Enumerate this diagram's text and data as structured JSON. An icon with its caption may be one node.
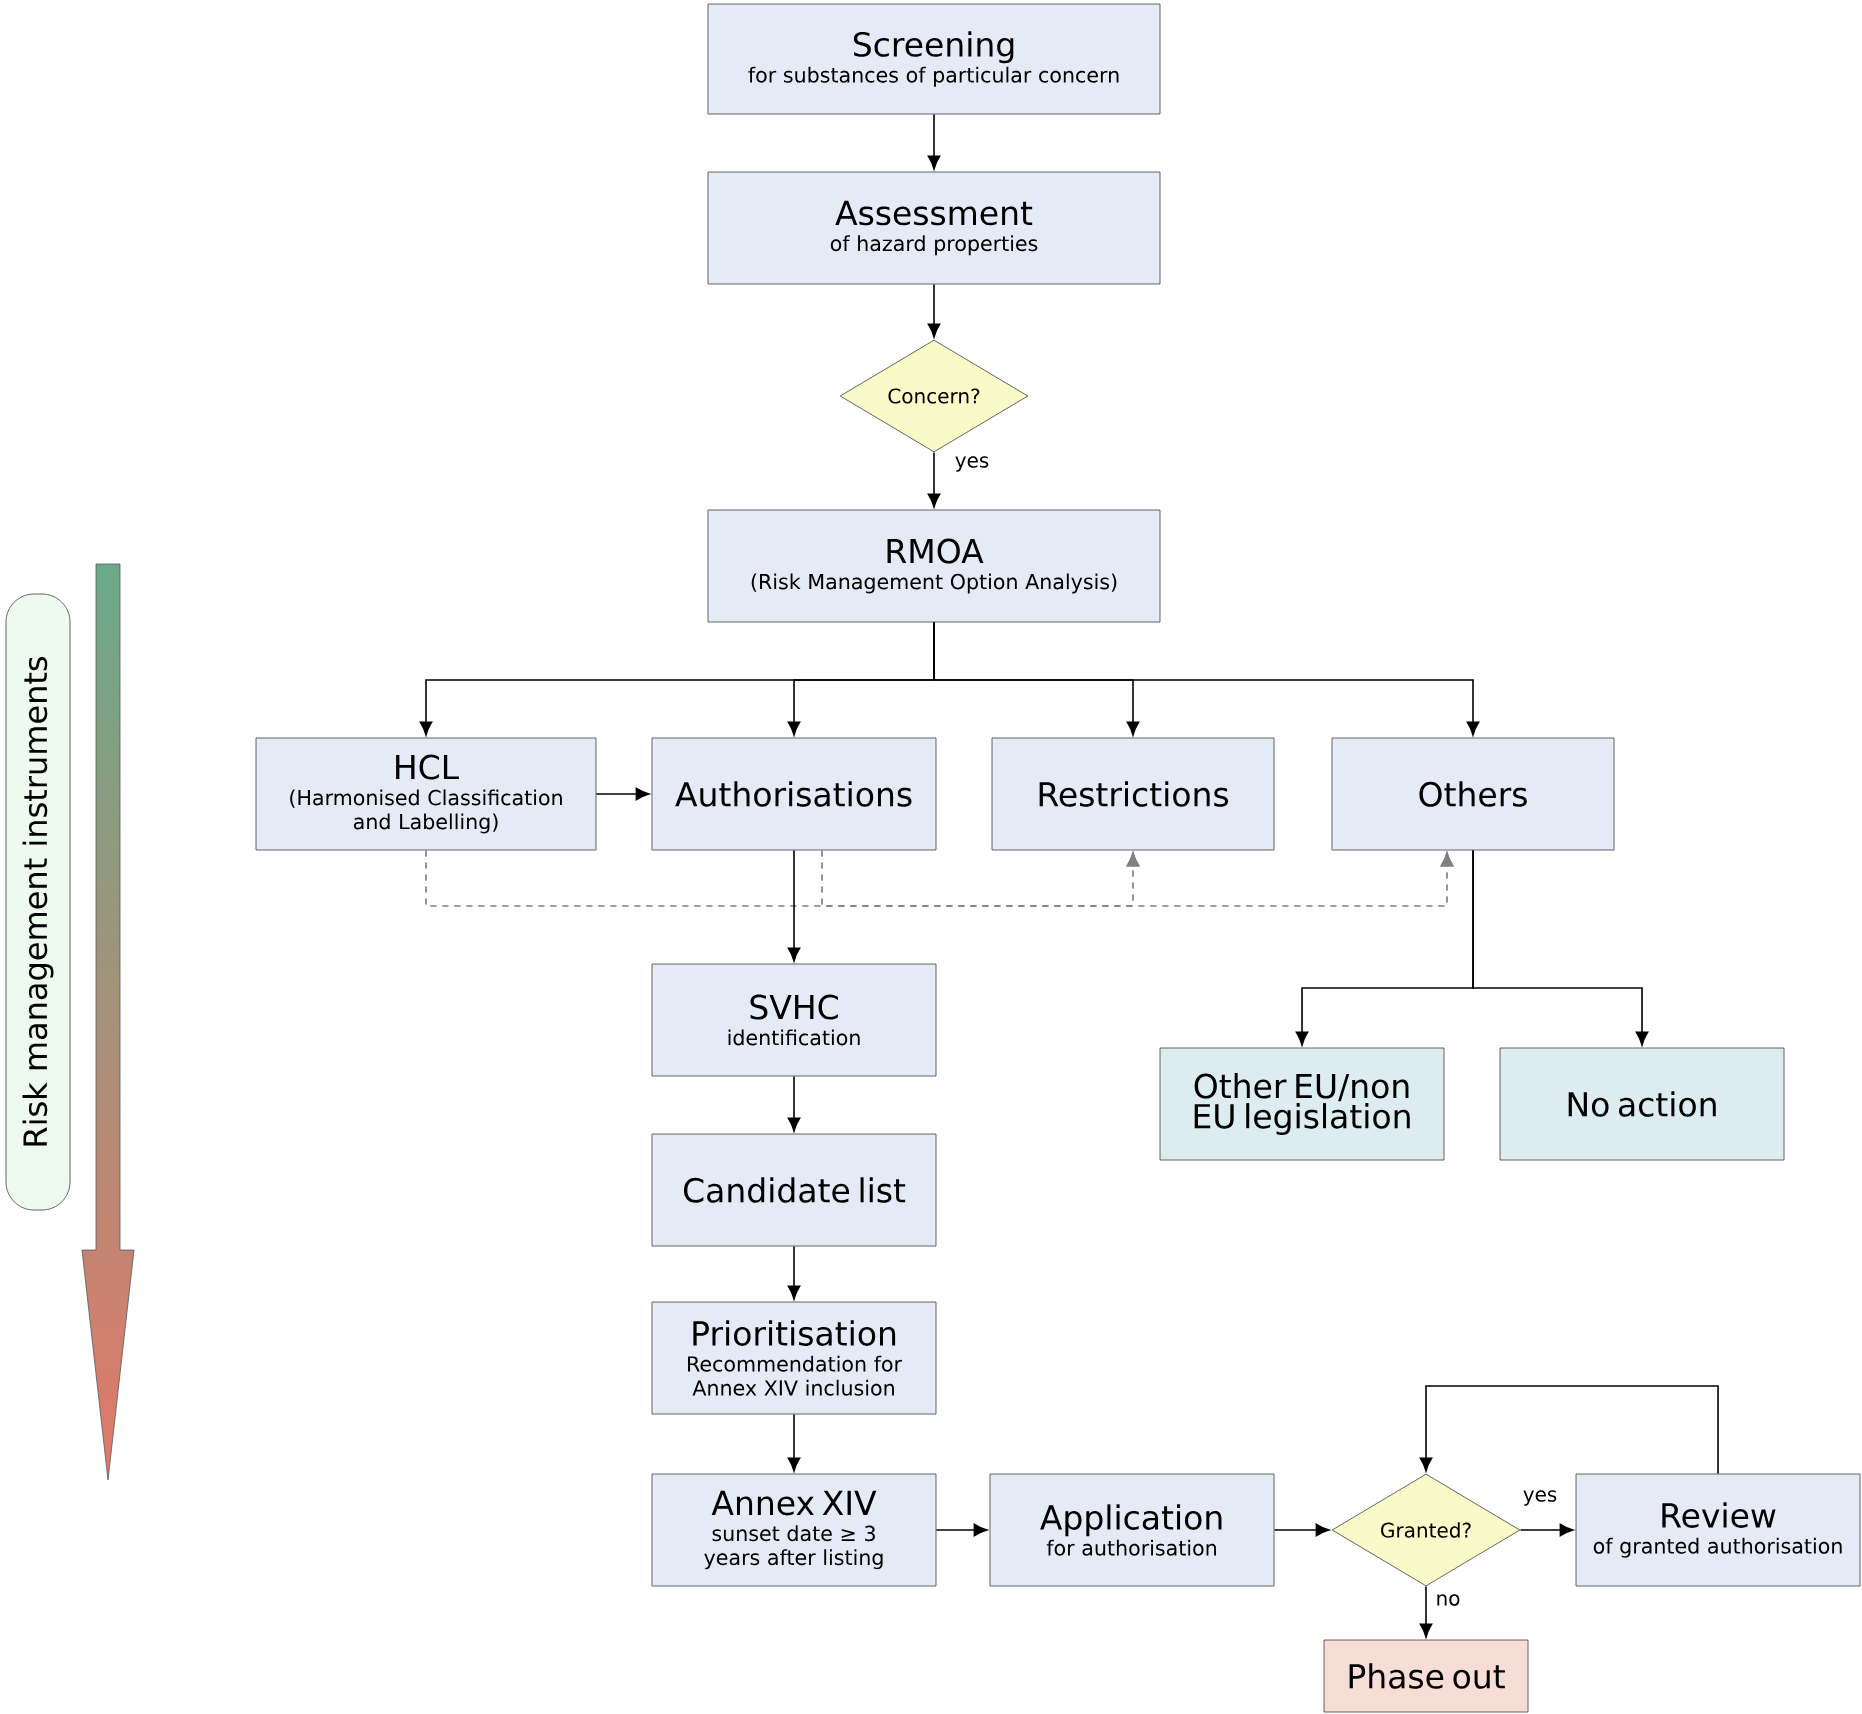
{
  "diagram": {
    "nodes": [
      {
        "text": [
          "Screening",
          "for substances of particular concern"
        ]
      },
      {
        "text": [
          "Assessment",
          "of hazard properties"
        ]
      },
      {
        "text": [
          "Concern?"
        ]
      },
      {
        "text": [
          "RMOA",
          "(Risk Management Option Analysis)"
        ]
      },
      {
        "text": [
          "HCL",
          "(Harmonised Classification and Labelling)"
        ]
      },
      {
        "text": [
          "Authorisations"
        ]
      },
      {
        "text": [
          "Restrictions"
        ]
      },
      {
        "text": [
          "Others"
        ]
      },
      {
        "text": [
          "SVHC",
          "identification"
        ]
      },
      {
        "text": [
          "Other EU/non EU legislation"
        ]
      },
      {
        "text": [
          "No action"
        ]
      },
      {
        "text": [
          "Candidate list"
        ]
      },
      {
        "text": [
          "Prioritisation",
          "Recommendation for Annex XIV inclusion"
        ]
      },
      {
        "text": [
          "Annex XIV",
          "sunset date ≥ 3 years after listing"
        ]
      },
      {
        "text": [
          "Application",
          "for authorisation"
        ]
      },
      {
        "text": [
          "Granted?"
        ]
      },
      {
        "text": [
          "Review",
          "of granted authorisation"
        ]
      },
      {
        "text": [
          "Phase out"
        ]
      },
      {
        "text": [
          "Risk management instruments"
        ]
      }
    ],
    "edges": [
      {
        "from": 0,
        "to": 1,
        "arrow": "to"
      },
      {
        "from": 1,
        "to": 2,
        "arrow": "to"
      },
      {
        "from": 2,
        "to": 3,
        "arrow": "to",
        "label": "yes"
      },
      {
        "from": 3,
        "to": 4,
        "arrow": "to"
      },
      {
        "from": 3,
        "to": 5,
        "arrow": "to"
      },
      {
        "from": 3,
        "to": 6,
        "arrow": "to"
      },
      {
        "from": 3,
        "to": 7,
        "arrow": "to"
      },
      {
        "from": 4,
        "to": 5,
        "arrow": "to"
      },
      {
        "from": 4,
        "to": 6,
        "arrow": "to",
        "style": "dashed",
        "color": "#808080"
      },
      {
        "from": 4,
        "to": 7,
        "arrow": "to",
        "style": "dashed",
        "color": "#808080"
      },
      {
        "from": 5,
        "to": 6,
        "arrow": "to",
        "style": "dashed",
        "color": "#808080"
      },
      {
        "from": 5,
        "to": 7,
        "arrow": "to",
        "style": "dashed",
        "color": "#808080"
      },
      {
        "from": 5,
        "to": 8,
        "arrow": "to"
      },
      {
        "from": 8,
        "to": 11,
        "arrow": "to"
      },
      {
        "from": 11,
        "to": 12,
        "arrow": "to"
      },
      {
        "from": 12,
        "to": 13,
        "arrow": "to"
      },
      {
        "from": 7,
        "to": 9,
        "arrow": "to"
      },
      {
        "from": 7,
        "to": 10,
        "arrow": "to"
      },
      {
        "from": 13,
        "to": 14,
        "arrow": "to"
      },
      {
        "from": 14,
        "to": 15,
        "arrow": "to"
      },
      {
        "from": 15,
        "to": 16,
        "arrow": "to",
        "label": "yes"
      },
      {
        "from": 16,
        "to": 15,
        "arrow": "to"
      },
      {
        "from": 15,
        "to": 17,
        "arrow": "to",
        "label": "no"
      }
    ]
  }
}
